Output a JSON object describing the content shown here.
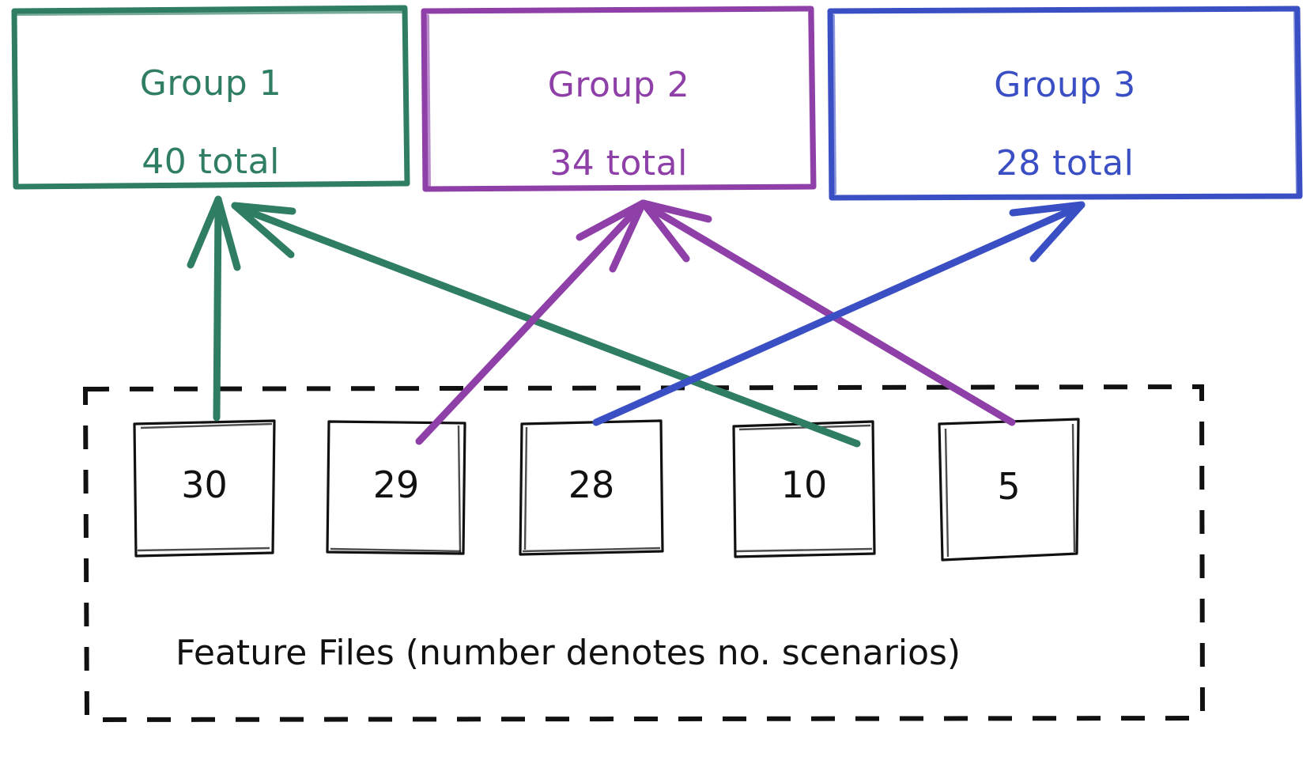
{
  "diagram": {
    "title_caption": "Feature Files (number denotes no. scenarios)",
    "groups": [
      {
        "id": "group-1",
        "name": "Group 1",
        "total_label": "40 total",
        "total": 40,
        "color": "#2f7d62"
      },
      {
        "id": "group-2",
        "name": "Group 2",
        "total_label": "34 total",
        "total": 34,
        "color": "#8e3fa8"
      },
      {
        "id": "group-3",
        "name": "Group 3",
        "total_label": "28 total",
        "total": 28,
        "color": "#3a4fc4"
      }
    ],
    "feature_files": [
      {
        "id": "file-30",
        "scenarios": "30",
        "assigned_group": "Group 1",
        "color": "#2f7d62"
      },
      {
        "id": "file-29",
        "scenarios": "29",
        "assigned_group": "Group 2",
        "color": "#8e3fa8"
      },
      {
        "id": "file-28",
        "scenarios": "28",
        "assigned_group": "Group 3",
        "color": "#3a4fc4"
      },
      {
        "id": "file-10",
        "scenarios": "10",
        "assigned_group": "Group 1",
        "color": "#2f7d62"
      },
      {
        "id": "file-5",
        "scenarios": "5",
        "assigned_group": "Group 2",
        "color": "#8e3fa8"
      }
    ],
    "colors": {
      "green": "#2f7d62",
      "purple": "#8e3fa8",
      "blue": "#3a4fc4",
      "ink": "#111111",
      "background": "#ffffff"
    }
  }
}
